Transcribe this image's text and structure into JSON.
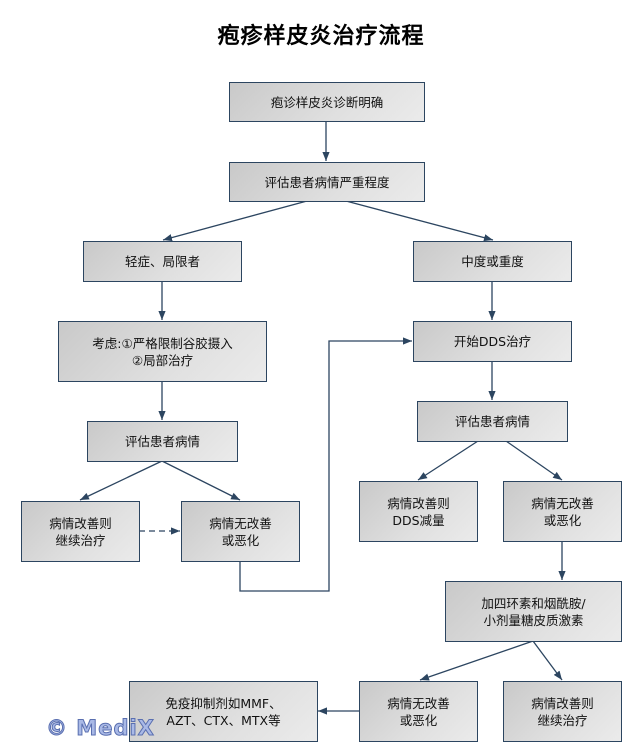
{
  "title": "疱疹样皮炎治疗流程",
  "nodes": {
    "diagnosis": "疱诊样皮炎诊断明确",
    "assess_severity": "评估患者病情严重程度",
    "mild": "轻症、局限者",
    "moderate_severe": "中度或重度",
    "consider": "考虑:①严格限制谷胶摄入\n②局部治疗",
    "start_dds": "开始DDS治疗",
    "assess_left": "评估患者病情",
    "assess_right": "评估患者病情",
    "improved_continue_left": "病情改善则\n继续治疗",
    "no_improve_left": "病情无改善\n或恶化",
    "improved_reduce_dds": "病情改善则\nDDS减量",
    "no_improve_right": "病情无改善\n或恶化",
    "add_tetracycline": "加四环素和烟酰胺/\n小剂量糖皮质激素",
    "immunosuppressant": "免疫抑制剂如MMF、\nAZT、CTX、MTX等",
    "no_improve_bottom": "病情无改善\n或恶化",
    "improved_continue_bottom": "病情改善则\n继续治疗"
  },
  "watermark": "© MediX",
  "colors": {
    "line": "#2c4560",
    "box_border": "#2c4560"
  }
}
